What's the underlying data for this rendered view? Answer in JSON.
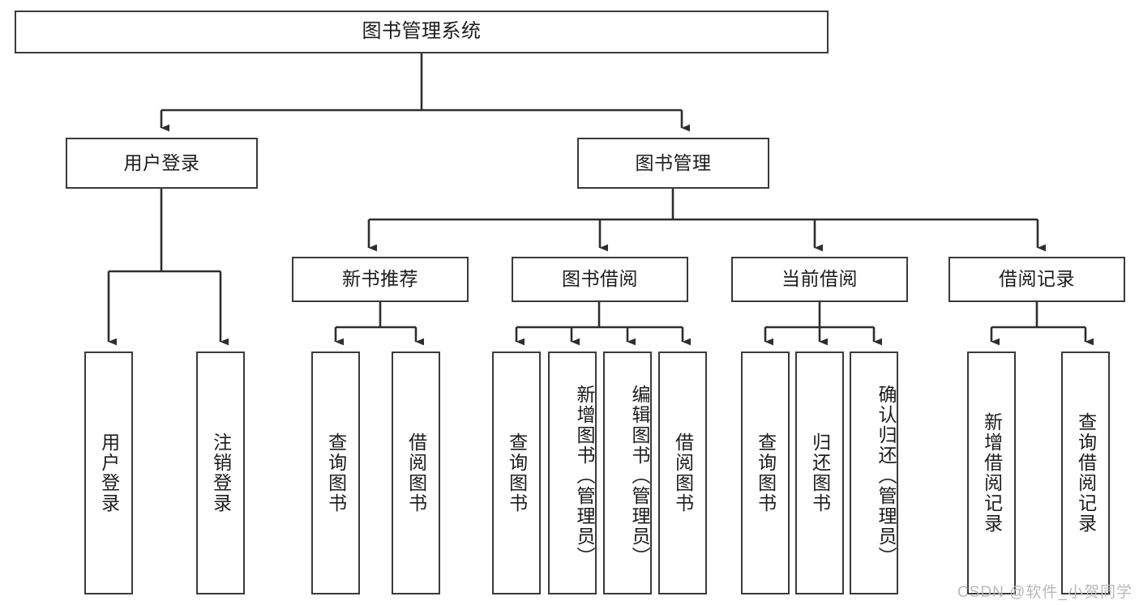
{
  "diagram": {
    "type": "tree",
    "title": "图书管理系统",
    "watermark": "CSDN @软件_小贺同学",
    "root": {
      "label": "图书管理系统"
    },
    "level2": [
      {
        "label": "用户登录"
      },
      {
        "label": "图书管理"
      }
    ],
    "level3": [
      {
        "label": "新书推荐"
      },
      {
        "label": "图书借阅"
      },
      {
        "label": "当前借阅"
      },
      {
        "label": "借阅记录"
      }
    ],
    "leaves_user_login": [
      {
        "label": "用户登录"
      },
      {
        "label": "注销登录"
      }
    ],
    "leaves_new_books": [
      {
        "label": "查询图书"
      },
      {
        "label": "借阅图书"
      }
    ],
    "leaves_borrow": [
      {
        "label": "查询图书"
      },
      {
        "label": "新增图书（管理员）"
      },
      {
        "label": "编辑图书（管理员）"
      },
      {
        "label": "借阅图书"
      }
    ],
    "leaves_current": [
      {
        "label": "查询图书"
      },
      {
        "label": "归还图书"
      },
      {
        "label": "确认归还（管理员）"
      }
    ],
    "leaves_records": [
      {
        "label": "新增借阅记录"
      },
      {
        "label": "查询借阅记录"
      }
    ],
    "colors": {
      "stroke": "#3a3a3a",
      "fill": "#ffffff",
      "text": "#1c1c1c",
      "watermark": "#b9b9b9"
    }
  }
}
